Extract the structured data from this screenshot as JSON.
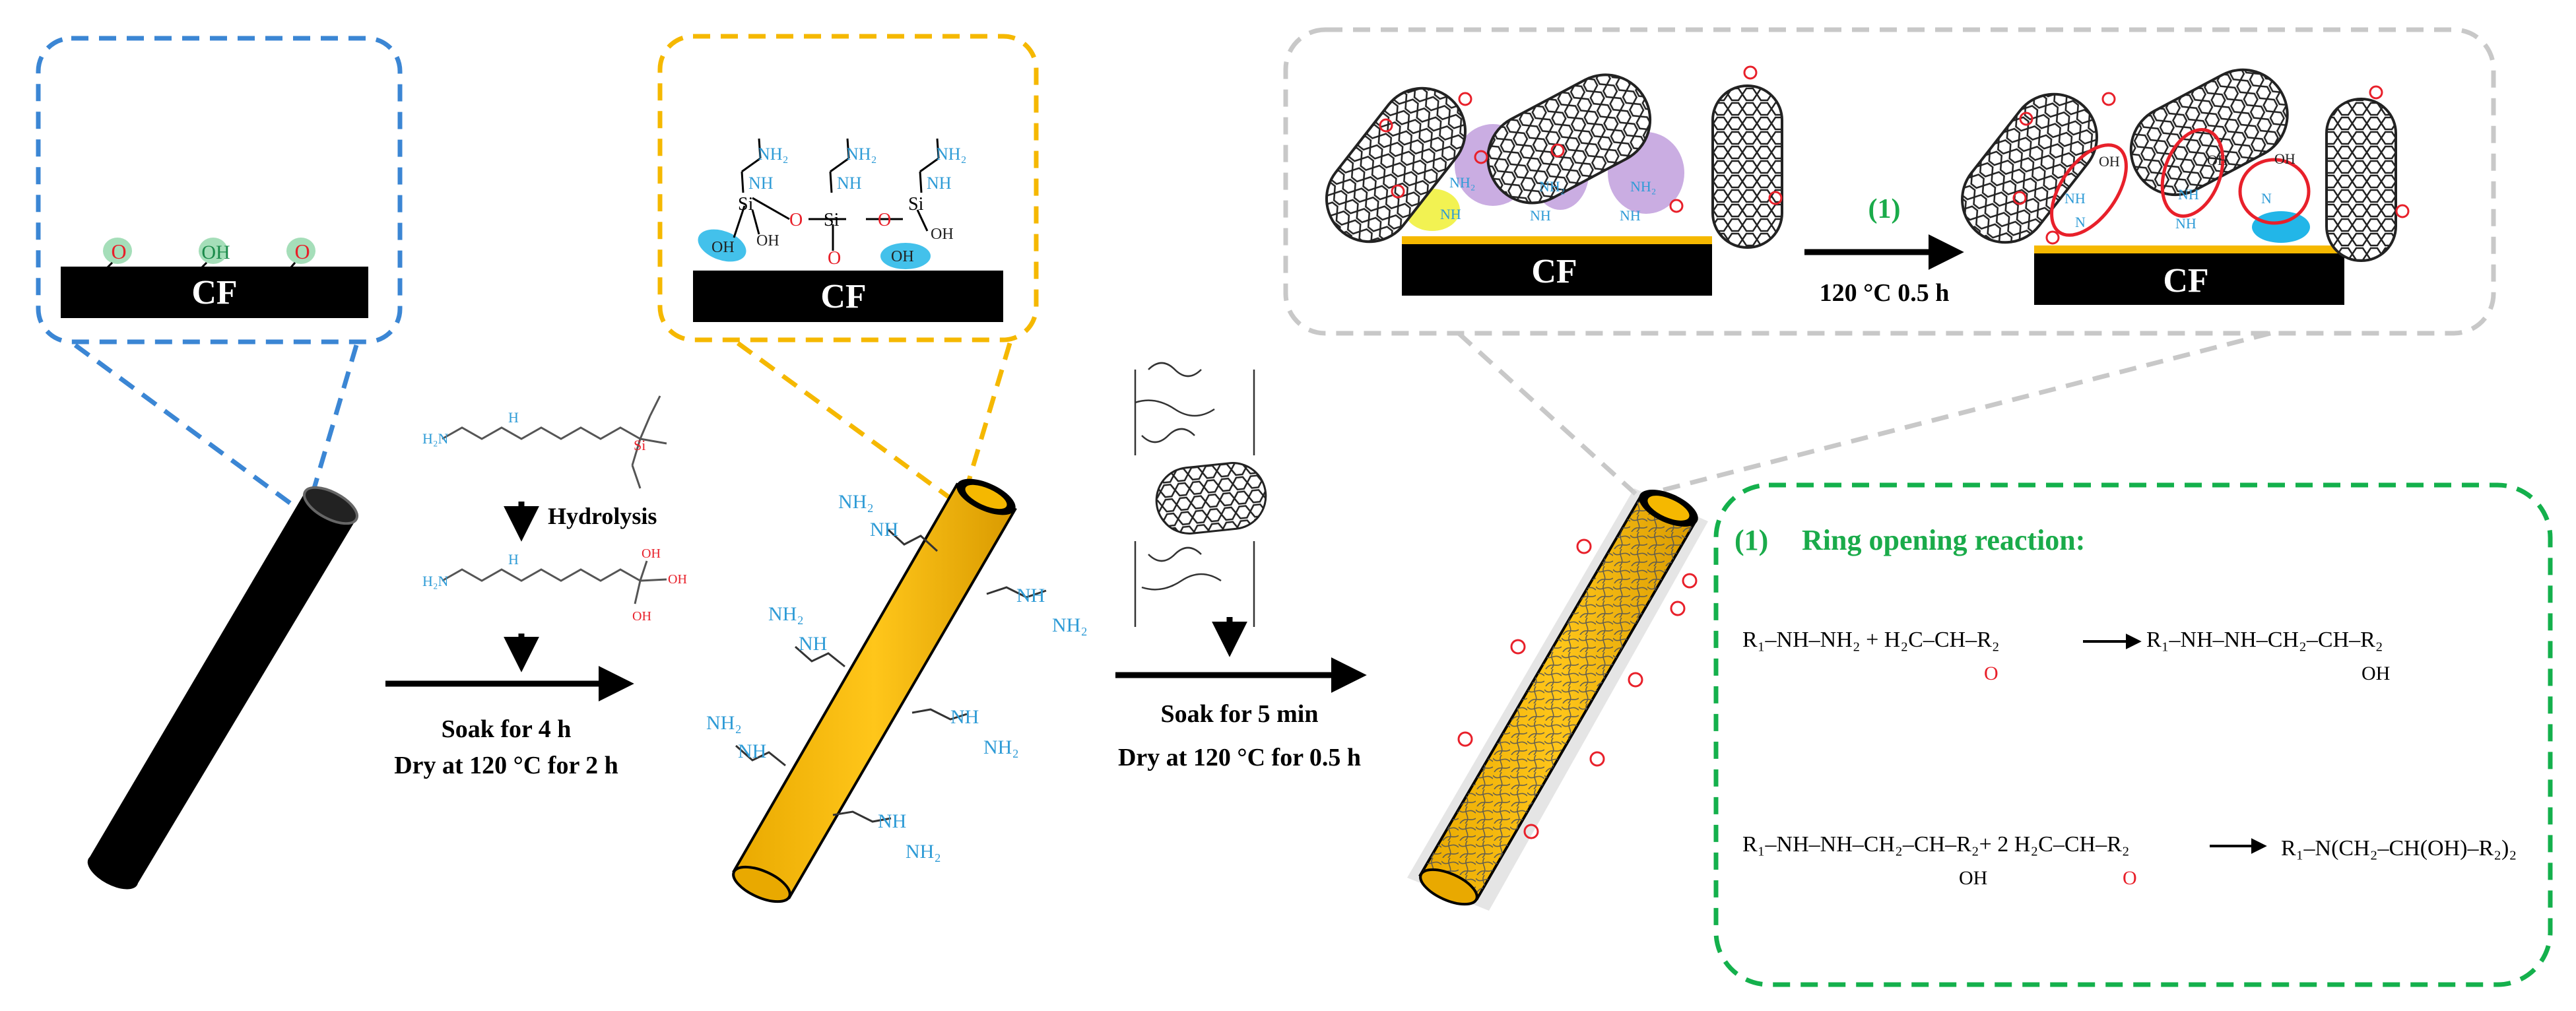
{
  "colors": {
    "blue_box": "#3b86d4",
    "yellow_box": "#f5b800",
    "gray_box": "#c8c8c8",
    "green_box": "#14b04c",
    "fiber_black": "#000000",
    "fiber_gold": "#f5b800",
    "amine_blue": "#2e9bd6",
    "oxygen_red": "#e8202a",
    "green_text": "#1aab4a",
    "purple_blob": "#b48ad6",
    "cyan_blob": "#22b6e8",
    "yellow_blob": "#f2f252"
  },
  "panel1": {
    "cf_label": "CF",
    "groups": [
      "O",
      "OH",
      "O"
    ]
  },
  "step1": {
    "hydrolysis_label": "Hydrolysis",
    "line1": "Soak for 4 h",
    "line2": "Dry at 120 °C for 2 h"
  },
  "panel2": {
    "cf_label": "CF",
    "nh2": "NH₂",
    "nh": "NH",
    "si": "Si",
    "o": "O",
    "oh": "OH"
  },
  "fiber2_labels": {
    "nh2": "NH₂",
    "nh": "NH"
  },
  "step2": {
    "line1": "Soak for 5 min",
    "line2": "Dry at 120 °C for 0.5 h"
  },
  "panel3": {
    "cf_label_left": "CF",
    "cf_label_right": "CF",
    "reaction_ref": "(1)",
    "condition": "120 °C 0.5 h",
    "nh2": "NH₂",
    "nh": "NH",
    "n": "N",
    "oh": "OH",
    "o": "O"
  },
  "reaction_box": {
    "title_num": "(1)",
    "title": "Ring opening reaction:",
    "eq1_left": "R₁–NH–NH₂ + H₂C–CH–R₂",
    "eq1_right": "R₁–NH–NH–CH₂–CH–R₂",
    "eq2_left": "R₁–NH–NH–CH₂–CH–R₂+ 2 H₂C–CH–R₂",
    "eq2_right": "R₁–N(CH₂–CH(OH)–R₂)₂"
  }
}
